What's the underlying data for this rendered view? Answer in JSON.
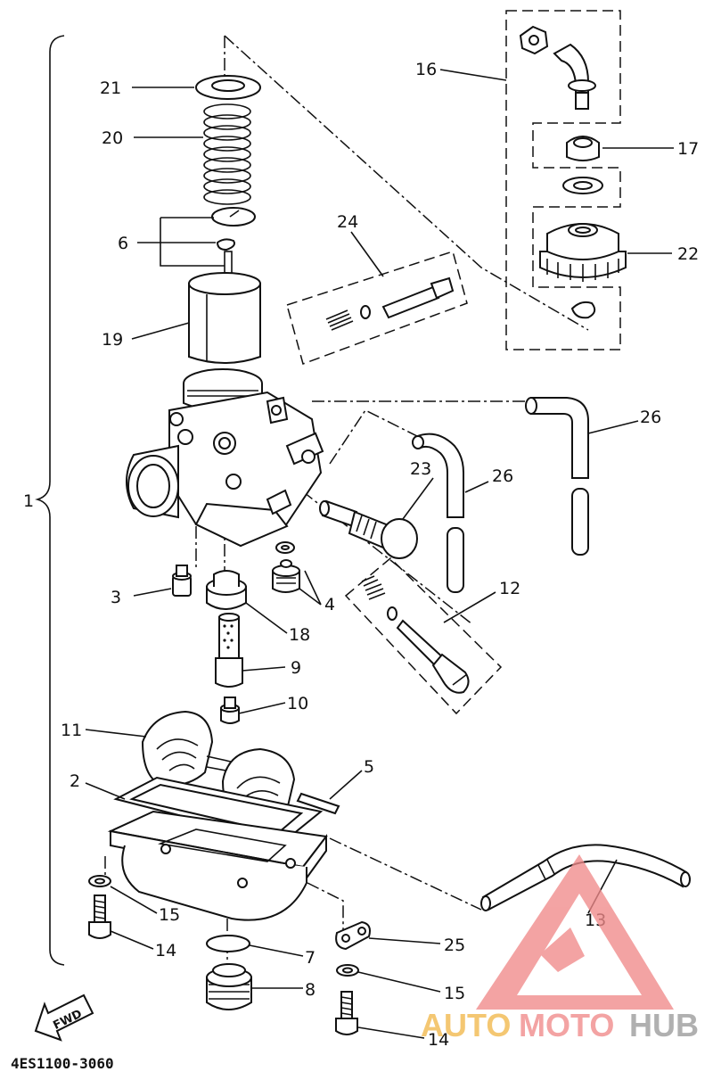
{
  "diagram": {
    "assembly_callout": "1",
    "diagram_code": "4ES1100-3060",
    "direction_label": "FWD",
    "callouts": {
      "c2": "2",
      "c3": "3",
      "c4": "4",
      "c5": "5",
      "c6": "6",
      "c7": "7",
      "c8": "8",
      "c9": "9",
      "c10": "10",
      "c11": "11",
      "c12": "12",
      "c13": "13",
      "c14a": "14",
      "c14b": "14",
      "c15a": "15",
      "c15b": "15",
      "c16": "16",
      "c17": "17",
      "c18": "18",
      "c19": "19",
      "c20": "20",
      "c21": "21",
      "c22": "22",
      "c23": "23",
      "c24": "24",
      "c25": "25",
      "c26a": "26",
      "c26b": "26"
    }
  },
  "watermark": {
    "part_auto": "AUTO",
    "part_moto": "MOTO",
    "part_hub": "HUB",
    "color_auto": "#f2b84b",
    "color_moto": "#f08a8a",
    "color_hub": "#9a9a9a"
  }
}
